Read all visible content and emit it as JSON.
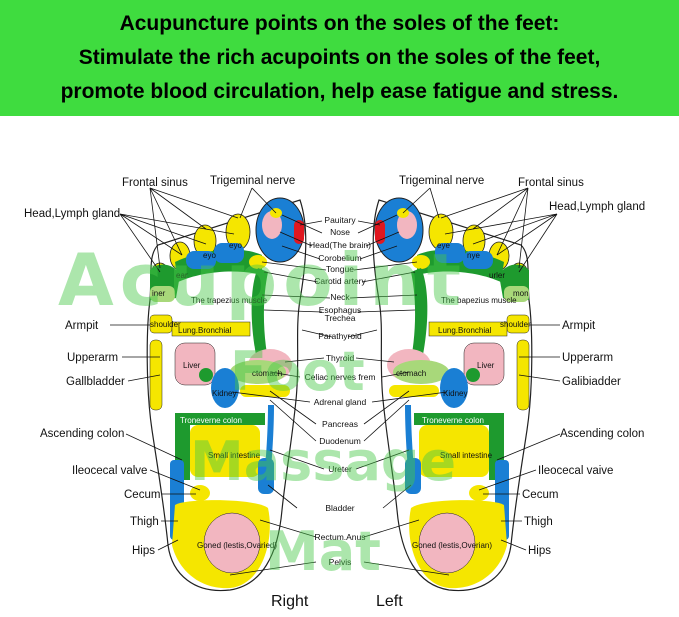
{
  "banner": {
    "line1": "Acupuncture points on the soles of the feet:",
    "line2": "Stimulate the rich acupoints on the soles of the feet,",
    "line3": "promote blood circulation, help ease fatigue and stress.",
    "background": "#3fdc3f"
  },
  "colors": {
    "yellow": "#f5e600",
    "green": "#1e9a2e",
    "blue": "#1a7fd4",
    "pink": "#f2b6c0",
    "red": "#e01820",
    "light_green": "#a8d87a"
  },
  "feet": {
    "right_caption": "Right",
    "left_caption": "Left"
  },
  "labels_left": {
    "frontal_sinus": "Frontal sinus",
    "trigeminal_nerve": "Trigeminal nerve",
    "head_lymph": "Head,Lymph gland",
    "armpit": "Armpit",
    "upperarm": "Upperarm",
    "gallbladder": "Gallbladder",
    "ascending_colon": "Ascending colon",
    "ileocecal_valve": "Ileocecal valve",
    "cecum": "Cecum",
    "thigh": "Thigh",
    "hips": "Hips"
  },
  "labels_right": {
    "trigeminal_nerve": "Trigeminal nerve",
    "frontal_sinus": "Frontal sinus",
    "head_lymph": "Head,Lymph gland",
    "armpit": "Armpit",
    "upperarm": "Upperarm",
    "gallbladder": "Galibiadder",
    "ascending_colon": "Ascending colon",
    "ileocecal_valve": "Ileocecal vaive",
    "cecum": "Cecum",
    "thigh": "Thigh",
    "hips": "Hips"
  },
  "labels_center": [
    "Pauitary",
    "Nose",
    "Head(The brain)",
    "Corobelium",
    "Tongue",
    "Carotid artery",
    "Neck",
    "Esophagus",
    "Trechea",
    "Parathyroid",
    "Thyroid",
    "Celiac nerves frem",
    "Adrenal gland",
    "Pancreas",
    "Duodenum",
    "Ureter",
    "Bladder",
    "Rectum.Anus",
    "Pelvis"
  ],
  "zones_right_foot": {
    "eye1": "eyo",
    "eye2": "eyo",
    "ear": "ear",
    "inner": "iner",
    "trapezius": "The trapezius muscle",
    "shoulder": "shoulder",
    "lung": "Lung.Bronchial",
    "liver": "Liver",
    "stomach": "ctomach",
    "kidney": "Kidney",
    "transverse": "Troneverne colon",
    "small_intestine": "Small intestine",
    "gonad": "Goned (lestis,Ovaried)"
  },
  "zones_left_foot": {
    "eye1": "eye",
    "eye2": "nye",
    "ear": "urler",
    "inner": "mon",
    "trapezius": "The bapezius muscle",
    "shoulder": "shoulder",
    "lung": "Lung.Bronchial",
    "liver": "Liver",
    "stomach": "ctomach",
    "kidney": "Kidney",
    "transverse": "Troneverne colon",
    "small_intestine": "Small intestine",
    "gonad": "Goned (lestis,Overian)"
  },
  "watermark": {
    "line1": "Acupoint",
    "line2": "Foot",
    "line3": "Massage",
    "line4": "Mat"
  }
}
